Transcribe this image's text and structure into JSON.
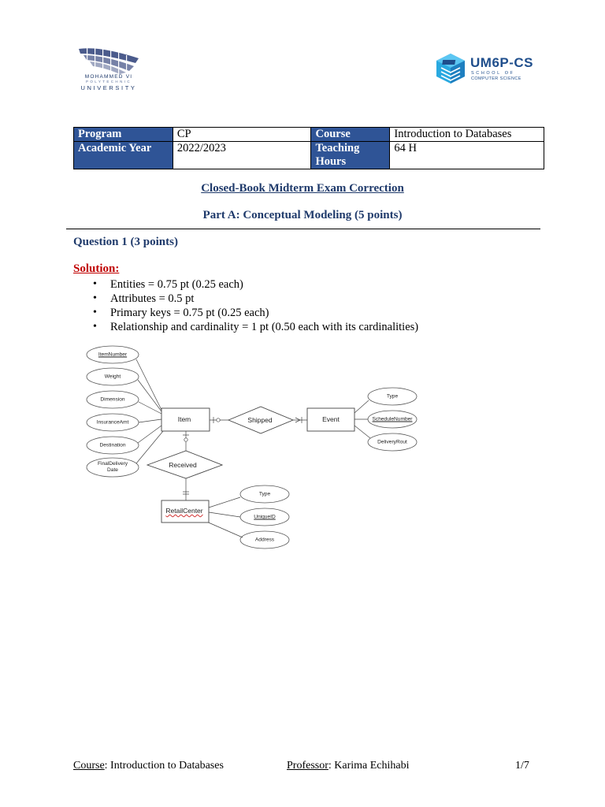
{
  "logos": {
    "left": {
      "line1": "MOHAMMED VI",
      "line2": "POLYTECHNIC",
      "line3": "UNIVERSITY"
    },
    "right": {
      "brand": "UM6P-CS",
      "line1": "SCHOOL OF",
      "line2": "COMPUTER SCIENCE"
    }
  },
  "info_table": {
    "program_label": "Program",
    "program_value": "CP",
    "course_label": "Course",
    "course_value": "Introduction to Databases",
    "year_label": "Academic Year",
    "year_value": "2022/2023",
    "hours_label": "Teaching Hours",
    "hours_value": "64 H"
  },
  "exam_title": "Closed-Book Midterm Exam Correction",
  "part_title": "Part A: Conceptual Modeling (5 points)",
  "question_title": "Question 1 (3 points)",
  "solution_label": "Solution:",
  "bullets": [
    "Entities = 0.75 pt (0.25 each)",
    "Attributes = 0.5 pt",
    "Primary keys = 0.75 pt (0.25 each)",
    "Relationship and cardinality = 1 pt (0.50 each with its cardinalities)"
  ],
  "diagram": {
    "entities": {
      "item": "Item",
      "event": "Event",
      "retail_center": "RetailCenter"
    },
    "relationships": {
      "shipped": "Shipped",
      "received": "Received"
    },
    "item_attributes": [
      "ItemNumber",
      "Weight",
      "Dimension",
      "InsuranceAmt",
      "Destination",
      "FinalDelivery",
      "Date"
    ],
    "event_attributes": [
      "Type",
      "ScheduleNumber",
      "DeliveryRout"
    ],
    "retail_attributes": [
      "Type",
      "UniqueID",
      "Address"
    ]
  },
  "footer": {
    "course_label": "Course",
    "course_value": ": Introduction to Databases",
    "professor_label": "Professor",
    "professor_value": ": Karima Echihabi",
    "page": "1/7"
  }
}
